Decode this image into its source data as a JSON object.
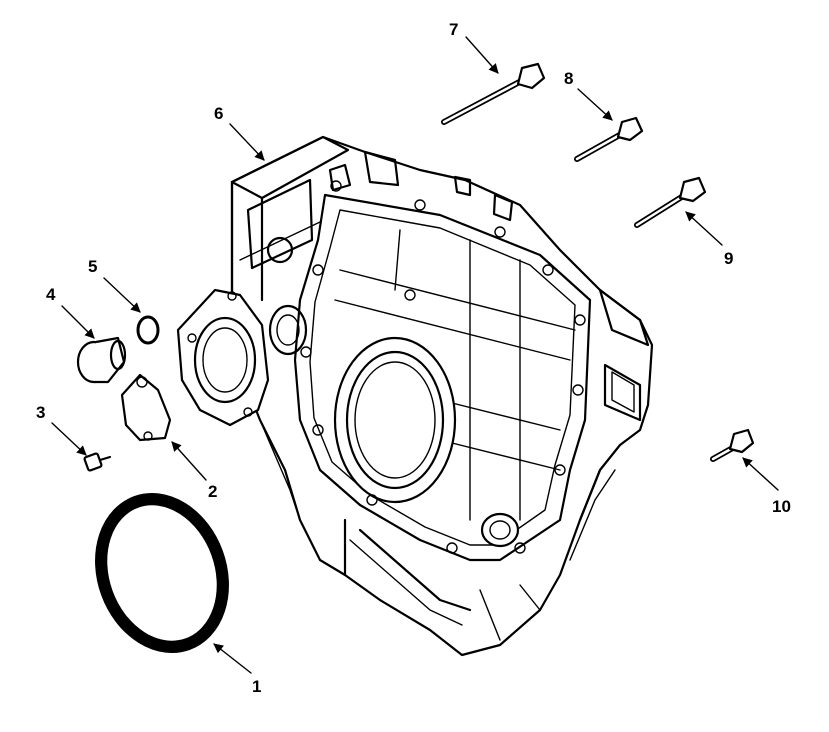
{
  "diagram": {
    "type": "exploded-parts-diagram",
    "callouts": [
      {
        "id": "1",
        "label": "1",
        "part_icon": "rear-seal-ring-icon"
      },
      {
        "id": "2",
        "label": "2",
        "part_icon": "cover-plate-icon"
      },
      {
        "id": "3",
        "label": "3",
        "part_icon": "small-bolt-icon"
      },
      {
        "id": "4",
        "label": "4",
        "part_icon": "plug-icon"
      },
      {
        "id": "5",
        "label": "5",
        "part_icon": "o-ring-icon"
      },
      {
        "id": "6",
        "label": "6",
        "part_icon": "flywheel-housing-icon"
      },
      {
        "id": "7",
        "label": "7",
        "part_icon": "long-bolt-icon"
      },
      {
        "id": "8",
        "label": "8",
        "part_icon": "bolt-icon"
      },
      {
        "id": "9",
        "label": "9",
        "part_icon": "bolt-icon"
      },
      {
        "id": "10",
        "label": "10",
        "part_icon": "short-bolt-icon"
      }
    ],
    "colors": {
      "line": "#000000",
      "background": "#ffffff"
    }
  }
}
